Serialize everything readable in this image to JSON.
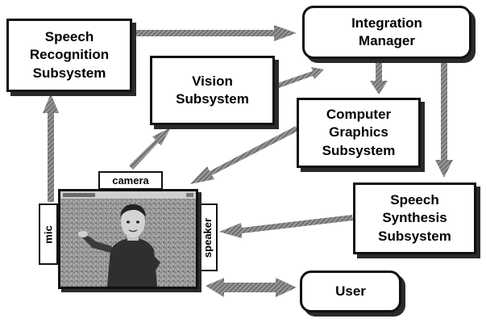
{
  "diagram": {
    "nodes": {
      "speech_recognition": [
        "Speech",
        "Recognition",
        "Subsystem"
      ],
      "integration_manager": [
        "Integration",
        "Manager"
      ],
      "vision": [
        "Vision",
        "Subsystem"
      ],
      "computer_graphics": [
        "Computer",
        "Graphics",
        "Subsystem"
      ],
      "speech_synthesis": [
        "Speech",
        "Synthesis",
        "Subsystem"
      ],
      "user": [
        "User"
      ]
    },
    "device_labels": {
      "camera": "camera",
      "mic": "mic",
      "speaker": "speaker"
    },
    "edges": [
      {
        "from": "speech_recognition",
        "to": "integration_manager"
      },
      {
        "from": "vision",
        "to": "integration_manager"
      },
      {
        "from": "integration_manager",
        "to": "computer_graphics"
      },
      {
        "from": "integration_manager",
        "to": "speech_synthesis"
      },
      {
        "from": "computer_graphics",
        "to": "screen"
      },
      {
        "from": "speech_synthesis",
        "to": "speaker"
      },
      {
        "from": "camera",
        "to": "vision"
      },
      {
        "from": "mic",
        "to": "speech_recognition"
      },
      {
        "from": "screen",
        "to": "user",
        "bidirectional": true
      }
    ]
  }
}
